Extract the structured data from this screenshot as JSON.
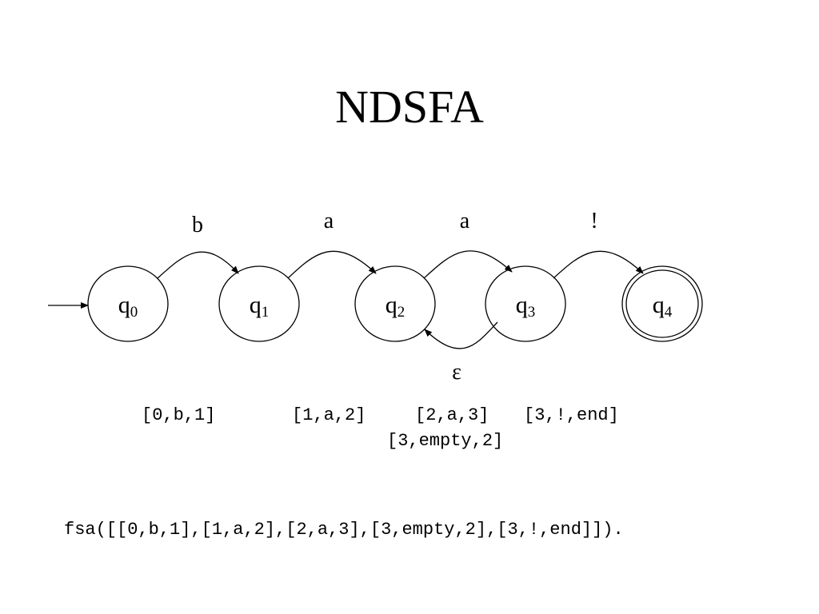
{
  "title": "NDSFA",
  "states": [
    {
      "id": "q0",
      "letter": "q",
      "sub": "0",
      "accepting": false,
      "initial": true
    },
    {
      "id": "q1",
      "letter": "q",
      "sub": "1",
      "accepting": false,
      "initial": false
    },
    {
      "id": "q2",
      "letter": "q",
      "sub": "2",
      "accepting": false,
      "initial": false
    },
    {
      "id": "q3",
      "letter": "q",
      "sub": "3",
      "accepting": false,
      "initial": false
    },
    {
      "id": "q4",
      "letter": "q",
      "sub": "4",
      "accepting": true,
      "initial": false
    }
  ],
  "transitions": [
    {
      "from": "q0",
      "to": "q1",
      "label": "b"
    },
    {
      "from": "q1",
      "to": "q2",
      "label": "a"
    },
    {
      "from": "q2",
      "to": "q3",
      "label": "a"
    },
    {
      "from": "q3",
      "to": "q4",
      "label": "!"
    },
    {
      "from": "q3",
      "to": "q2",
      "label": "ε"
    }
  ],
  "tuples": {
    "t01": "[0,b,1]",
    "t12": "[1,a,2]",
    "t23": "[2,a,3]",
    "t3end": "[3,!,end]",
    "t32": "[3,empty,2]"
  },
  "code": "fsa([[0,b,1],[1,a,2],[2,a,3],[3,empty,2],[3,!,end]])."
}
